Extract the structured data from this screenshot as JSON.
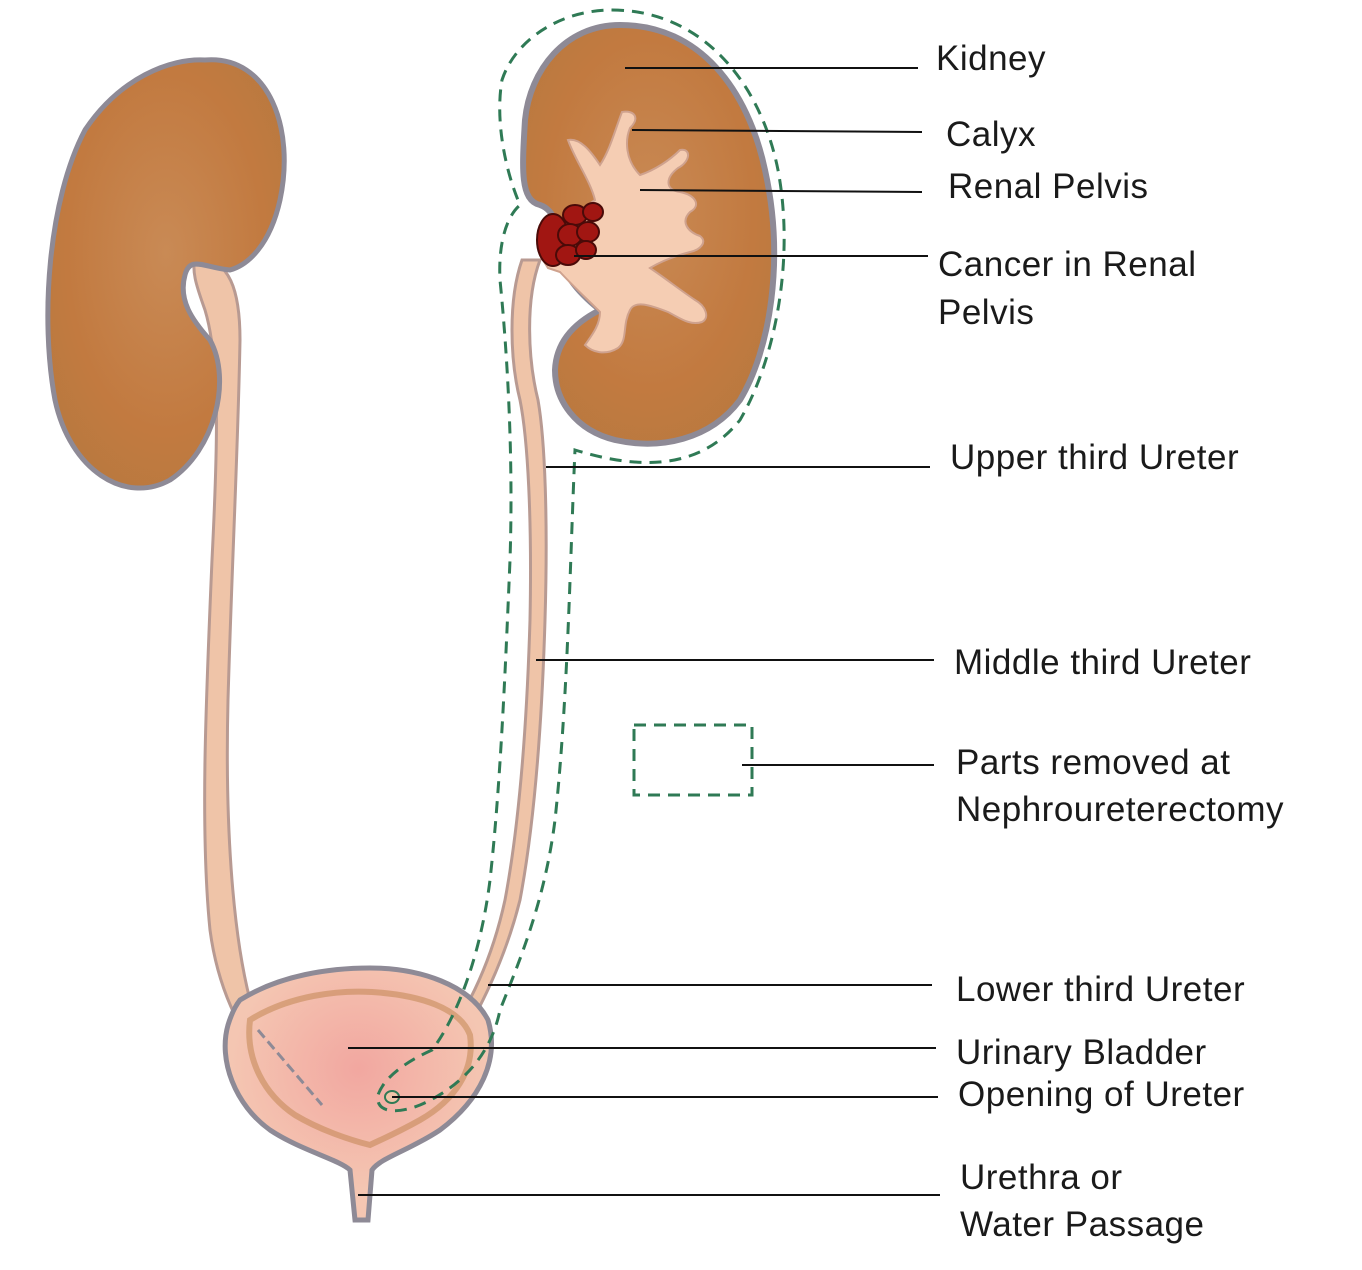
{
  "colors": {
    "kidney_fill": "#c8844a",
    "kidney_edge": "#8e8a96",
    "ureter_fill": "#efc4a8",
    "pelvis_fill": "#f5cdb3",
    "bladder_fill": "#f3b9a6",
    "tumor_fill": "#a11612",
    "dashed_outline": "#2f7a55",
    "leader_line": "#111111"
  },
  "labels": {
    "kidney": "Kidney",
    "calyx": "Calyx",
    "renal_pelvis": "Renal Pelvis",
    "cancer_line1": "Cancer in Renal",
    "cancer_line2": "Pelvis",
    "upper_ureter": "Upper third Ureter",
    "middle_ureter": "Middle third Ureter",
    "parts_removed_line1": "Parts removed at",
    "parts_removed_line2": "Nephroureterectomy",
    "lower_ureter": "Lower third Ureter",
    "urinary_bladder": "Urinary Bladder",
    "opening_ureter": "Opening of Ureter",
    "urethra_line1": "Urethra or",
    "urethra_line2": "Water Passage"
  }
}
